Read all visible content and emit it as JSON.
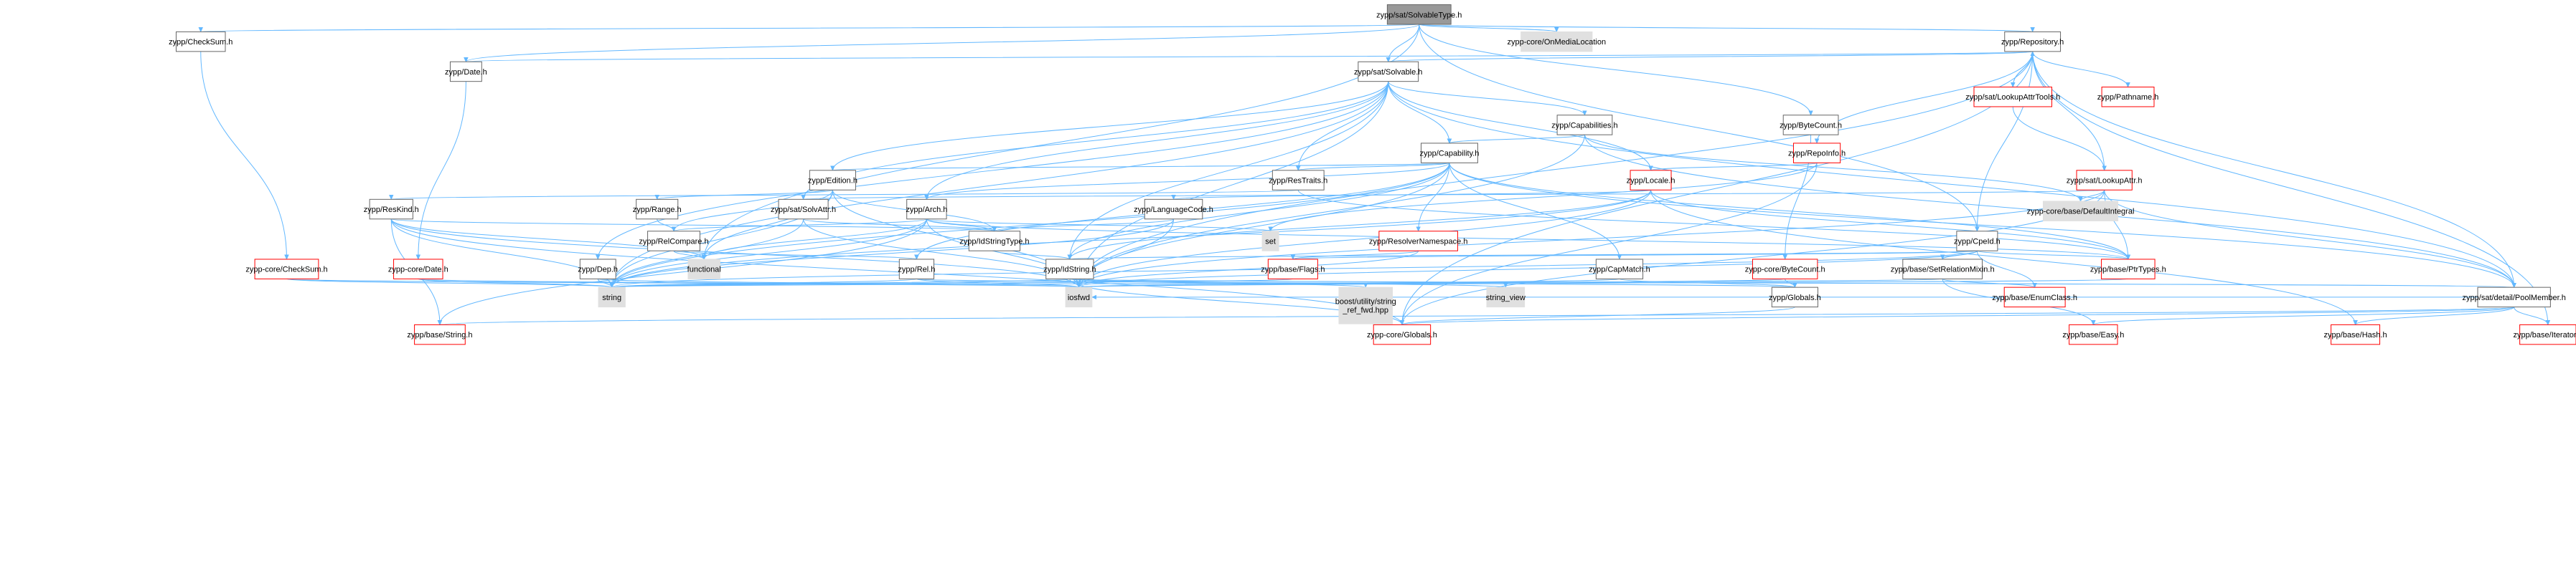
{
  "title": "zypp/sat/SolvableType.h",
  "colors": {
    "edge": "#63b8ff",
    "edge_head": "#63b8ff",
    "border_normal": "#666666",
    "border_incomplete": "#ff0000",
    "fill_normal": "#ffffff",
    "fill_external": "#e0e0e0",
    "fill_root": "#999999",
    "text": "#000000"
  },
  "nodes": [
    {
      "id": "root",
      "label": "zypp/sat/SolvableType.h",
      "kind": "root"
    },
    {
      "id": "checksum",
      "label": "zypp/CheckSum.h",
      "kind": "normal"
    },
    {
      "id": "onmedia",
      "label": "zypp-core/OnMediaLocation",
      "kind": "external"
    },
    {
      "id": "repository",
      "label": "zypp/Repository.h",
      "kind": "normal"
    },
    {
      "id": "date",
      "label": "zypp/Date.h",
      "kind": "normal"
    },
    {
      "id": "solvable",
      "label": "zypp/sat/Solvable.h",
      "kind": "normal"
    },
    {
      "id": "lookupattrtools",
      "label": "zypp/sat/LookupAttrTools.h",
      "kind": "incomplete"
    },
    {
      "id": "pathname",
      "label": "zypp/Pathname.h",
      "kind": "incomplete"
    },
    {
      "id": "bytecount",
      "label": "zypp/ByteCount.h",
      "kind": "normal"
    },
    {
      "id": "capabilities",
      "label": "zypp/Capabilities.h",
      "kind": "normal"
    },
    {
      "id": "repoinfo",
      "label": "zypp/RepoInfo.h",
      "kind": "incomplete"
    },
    {
      "id": "capability",
      "label": "zypp/Capability.h",
      "kind": "normal"
    },
    {
      "id": "lookupattr",
      "label": "zypp/sat/LookupAttr.h",
      "kind": "incomplete"
    },
    {
      "id": "edition",
      "label": "zypp/Edition.h",
      "kind": "normal"
    },
    {
      "id": "restraits",
      "label": "zypp/ResTraits.h",
      "kind": "normal"
    },
    {
      "id": "locale",
      "label": "zypp/Locale.h",
      "kind": "incomplete"
    },
    {
      "id": "defaultintegral",
      "label": "zypp-core/base/DefaultIntegral",
      "kind": "external"
    },
    {
      "id": "reskind",
      "label": "zypp/ResKind.h",
      "kind": "normal"
    },
    {
      "id": "range",
      "label": "zypp/Range.h",
      "kind": "normal"
    },
    {
      "id": "solvattr",
      "label": "zypp/sat/SolvAttr.h",
      "kind": "normal"
    },
    {
      "id": "arch",
      "label": "zypp/Arch.h",
      "kind": "normal"
    },
    {
      "id": "languagecode",
      "label": "zypp/LanguageCode.h",
      "kind": "normal"
    },
    {
      "id": "set",
      "label": "set",
      "kind": "external"
    },
    {
      "id": "resolvernamespace",
      "label": "zypp/ResolverNamespace.h",
      "kind": "incomplete"
    },
    {
      "id": "cpeid",
      "label": "zypp/CpeId.h",
      "kind": "normal"
    },
    {
      "id": "idstringtype",
      "label": "zypp/IdStringType.h",
      "kind": "normal"
    },
    {
      "id": "relcompare",
      "label": "zypp/RelCompare.h",
      "kind": "normal"
    },
    {
      "id": "functional",
      "label": "functional",
      "kind": "external"
    },
    {
      "id": "dep",
      "label": "zypp/Dep.h",
      "kind": "normal"
    },
    {
      "id": "corechecksum",
      "label": "zypp-core/CheckSum.h",
      "kind": "incomplete"
    },
    {
      "id": "coredate",
      "label": "zypp-core/Date.h",
      "kind": "incomplete"
    },
    {
      "id": "rel",
      "label": "zypp/Rel.h",
      "kind": "normal"
    },
    {
      "id": "baseflags",
      "label": "zypp/base/Flags.h",
      "kind": "incomplete"
    },
    {
      "id": "idstring",
      "label": "zypp/IdString.h",
      "kind": "normal"
    },
    {
      "id": "capmatch",
      "label": "zypp/CapMatch.h",
      "kind": "normal"
    },
    {
      "id": "corebytecount",
      "label": "zypp-core/ByteCount.h",
      "kind": "incomplete"
    },
    {
      "id": "setrelationmixin",
      "label": "zypp/base/SetRelationMixin.h",
      "kind": "normal"
    },
    {
      "id": "ptrtypes",
      "label": "zypp/base/PtrTypes.h",
      "kind": "incomplete"
    },
    {
      "id": "string",
      "label": "string",
      "kind": "external"
    },
    {
      "id": "iosfwd",
      "label": "iosfwd",
      "kind": "external"
    },
    {
      "id": "boostref",
      "label": "boost/utility/string\n_ref_fwd.hpp",
      "kind": "external"
    },
    {
      "id": "stringview",
      "label": "string_view",
      "kind": "external"
    },
    {
      "id": "globals",
      "label": "zypp/Globals.h",
      "kind": "normal"
    },
    {
      "id": "enumclass",
      "label": "zypp/base/EnumClass.h",
      "kind": "incomplete"
    },
    {
      "id": "poolmember",
      "label": "zypp/sat/detail/PoolMember.h",
      "kind": "normal"
    },
    {
      "id": "basestring",
      "label": "zypp/base/String.h",
      "kind": "incomplete"
    },
    {
      "id": "coreglobals",
      "label": "zypp-core/Globals.h",
      "kind": "incomplete"
    },
    {
      "id": "baseeasy",
      "label": "zypp/base/Easy.h",
      "kind": "incomplete"
    },
    {
      "id": "basehash",
      "label": "zypp/base/Hash.h",
      "kind": "incomplete"
    },
    {
      "id": "baseiterator",
      "label": "zypp/base/Iterator.h",
      "kind": "incomplete"
    }
  ],
  "edges": [
    [
      "root",
      "checksum"
    ],
    [
      "root",
      "onmedia"
    ],
    [
      "root",
      "repository"
    ],
    [
      "root",
      "date"
    ],
    [
      "root",
      "solvable"
    ],
    [
      "root",
      "cpeid"
    ],
    [
      "root",
      "bytecount"
    ],
    [
      "root",
      "functional"
    ],
    [
      "checksum",
      "corechecksum"
    ],
    [
      "repository",
      "date"
    ],
    [
      "repository",
      "solvable"
    ],
    [
      "repository",
      "lookupattrtools"
    ],
    [
      "repository",
      "pathname"
    ],
    [
      "repository",
      "repoinfo"
    ],
    [
      "repository",
      "lookupattr"
    ],
    [
      "repository",
      "cpeid"
    ],
    [
      "repository",
      "iosfwd"
    ],
    [
      "repository",
      "poolmember"
    ],
    [
      "repository",
      "baseiterator"
    ],
    [
      "repository",
      "coreglobals"
    ],
    [
      "date",
      "coredate"
    ],
    [
      "solvable",
      "capabilities"
    ],
    [
      "solvable",
      "capability"
    ],
    [
      "solvable",
      "edition"
    ],
    [
      "solvable",
      "restraits"
    ],
    [
      "solvable",
      "locale"
    ],
    [
      "solvable",
      "solvattr"
    ],
    [
      "solvable",
      "arch"
    ],
    [
      "solvable",
      "dep"
    ],
    [
      "solvable",
      "idstring"
    ],
    [
      "solvable",
      "iosfwd"
    ],
    [
      "solvable",
      "poolmember"
    ],
    [
      "solvable",
      "string"
    ],
    [
      "lookupattrtools",
      "lookupattr"
    ],
    [
      "lookupattrtools",
      "repository"
    ],
    [
      "bytecount",
      "corebytecount"
    ],
    [
      "capabilities",
      "capability"
    ],
    [
      "capabilities",
      "defaultintegral"
    ],
    [
      "capabilities",
      "iosfwd"
    ],
    [
      "capabilities",
      "poolmember"
    ],
    [
      "repoinfo",
      "locale"
    ],
    [
      "repoinfo",
      "set"
    ],
    [
      "repoinfo",
      "coreglobals"
    ],
    [
      "capability",
      "edition"
    ],
    [
      "capability",
      "restraits"
    ],
    [
      "capability",
      "resolvernamespace"
    ],
    [
      "capability",
      "capmatch"
    ],
    [
      "capability",
      "idstring"
    ],
    [
      "capability",
      "arch"
    ],
    [
      "capability",
      "iosfwd"
    ],
    [
      "capability",
      "poolmember"
    ],
    [
      "capability",
      "rel"
    ],
    [
      "capability",
      "ptrtypes"
    ],
    [
      "capability",
      "string"
    ],
    [
      "lookupattr",
      "defaultintegral"
    ],
    [
      "lookupattr",
      "poolmember"
    ],
    [
      "lookupattr",
      "solvattr"
    ],
    [
      "lookupattr",
      "ptrtypes"
    ],
    [
      "lookupattr",
      "iosfwd"
    ],
    [
      "lookupattr",
      "coreglobals"
    ],
    [
      "edition",
      "range"
    ],
    [
      "edition",
      "relcompare"
    ],
    [
      "edition",
      "idstringtype"
    ],
    [
      "edition",
      "functional"
    ],
    [
      "edition",
      "string"
    ],
    [
      "edition",
      "iosfwd"
    ],
    [
      "restraits",
      "reskind"
    ],
    [
      "restraits",
      "ptrtypes"
    ],
    [
      "locale",
      "languagecode"
    ],
    [
      "locale",
      "idstring"
    ],
    [
      "locale",
      "iosfwd"
    ],
    [
      "locale",
      "string"
    ],
    [
      "locale",
      "basehash"
    ],
    [
      "locale",
      "ptrtypes"
    ],
    [
      "reskind",
      "idstringtype"
    ],
    [
      "reskind",
      "string"
    ],
    [
      "reskind",
      "basestring"
    ],
    [
      "reskind",
      "iosfwd"
    ],
    [
      "reskind",
      "functional"
    ],
    [
      "reskind",
      "coreglobals"
    ],
    [
      "range",
      "relcompare"
    ],
    [
      "solvattr",
      "idstringtype"
    ],
    [
      "solvattr",
      "iosfwd"
    ],
    [
      "solvattr",
      "string"
    ],
    [
      "arch",
      "idstringtype"
    ],
    [
      "arch",
      "relcompare"
    ],
    [
      "arch",
      "set"
    ],
    [
      "arch",
      "string"
    ],
    [
      "arch",
      "iosfwd"
    ],
    [
      "arch",
      "functional"
    ],
    [
      "arch",
      "basestring"
    ],
    [
      "arch",
      "ptrtypes"
    ],
    [
      "languagecode",
      "idstringtype"
    ],
    [
      "languagecode",
      "iosfwd"
    ],
    [
      "languagecode",
      "string"
    ],
    [
      "resolvernamespace",
      "baseflags"
    ],
    [
      "resolvernamespace",
      "iosfwd"
    ],
    [
      "cpeid",
      "baseflags"
    ],
    [
      "cpeid",
      "setrelationmixin"
    ],
    [
      "cpeid",
      "enumclass"
    ],
    [
      "cpeid",
      "ptrtypes"
    ],
    [
      "cpeid",
      "iosfwd"
    ],
    [
      "cpeid",
      "string"
    ],
    [
      "cpeid",
      "idstring"
    ],
    [
      "idstringtype",
      "idstring"
    ],
    [
      "relcompare",
      "functional"
    ],
    [
      "relcompare",
      "rel"
    ],
    [
      "dep",
      "iosfwd"
    ],
    [
      "dep",
      "string"
    ],
    [
      "corechecksum",
      "string"
    ],
    [
      "corechecksum",
      "iosfwd"
    ],
    [
      "coredate",
      "string"
    ],
    [
      "coredate",
      "iosfwd"
    ],
    [
      "rel",
      "iosfwd"
    ],
    [
      "rel",
      "string"
    ],
    [
      "rel",
      "globals"
    ],
    [
      "baseflags",
      "string"
    ],
    [
      "idstring",
      "iosfwd"
    ],
    [
      "idstring",
      "string"
    ],
    [
      "idstring",
      "boostref"
    ],
    [
      "idstring",
      "stringview"
    ],
    [
      "idstring",
      "poolmember"
    ],
    [
      "idstring",
      "coreglobals"
    ],
    [
      "capmatch",
      "iosfwd"
    ],
    [
      "capmatch",
      "globals"
    ],
    [
      "corebytecount",
      "iosfwd"
    ],
    [
      "corebytecount",
      "globals"
    ],
    [
      "setrelationmixin",
      "enumclass"
    ],
    [
      "setrelationmixin",
      "baseeasy"
    ],
    [
      "setrelationmixin",
      "string"
    ],
    [
      "ptrtypes",
      "iosfwd"
    ],
    [
      "globals",
      "coreglobals"
    ],
    [
      "poolmember",
      "iosfwd"
    ],
    [
      "poolmember",
      "baseiterator"
    ],
    [
      "poolmember",
      "basehash"
    ],
    [
      "poolmember",
      "baseeasy"
    ],
    [
      "poolmember",
      "basestring"
    ],
    [
      "poolmember",
      "coreglobals"
    ]
  ]
}
